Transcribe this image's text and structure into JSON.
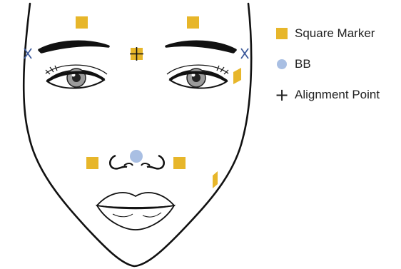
{
  "colors": {
    "square_marker": "#E7B62A",
    "bb": "#A9BFE3",
    "line": "#111111",
    "x_marker": "#3D5A9B"
  },
  "legend": {
    "square_marker": "Square Marker",
    "bb": "BB",
    "alignment_point": "Alignment Point",
    "alignment_glyph": "+"
  },
  "icons": {
    "square_marker": "filled-square",
    "bb": "filled-circle",
    "alignment_point": "plus-sign",
    "cheek_marker": "tilted-square",
    "temple_marker": "x-cross"
  }
}
